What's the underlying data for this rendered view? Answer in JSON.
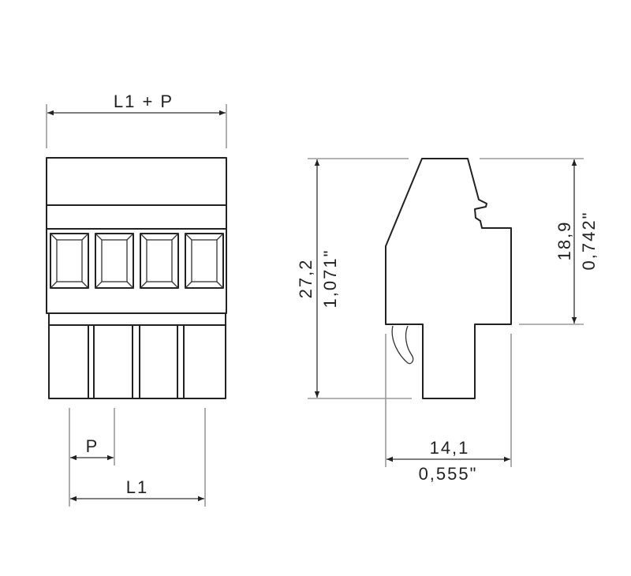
{
  "front_view": {
    "overall_width_label": "L1 + P",
    "pitch_label": "P",
    "length_label": "L1",
    "pole_count": 4
  },
  "side_view": {
    "height_mm": "27,2",
    "height_in": "1,071\"",
    "upper_height_mm": "18,9",
    "upper_height_in": "0,742\"",
    "depth_mm": "14,1",
    "depth_in": "0,555\""
  },
  "colors": {
    "line": "#222222",
    "extension_line": "#9a9a9a",
    "background": "#ffffff"
  }
}
